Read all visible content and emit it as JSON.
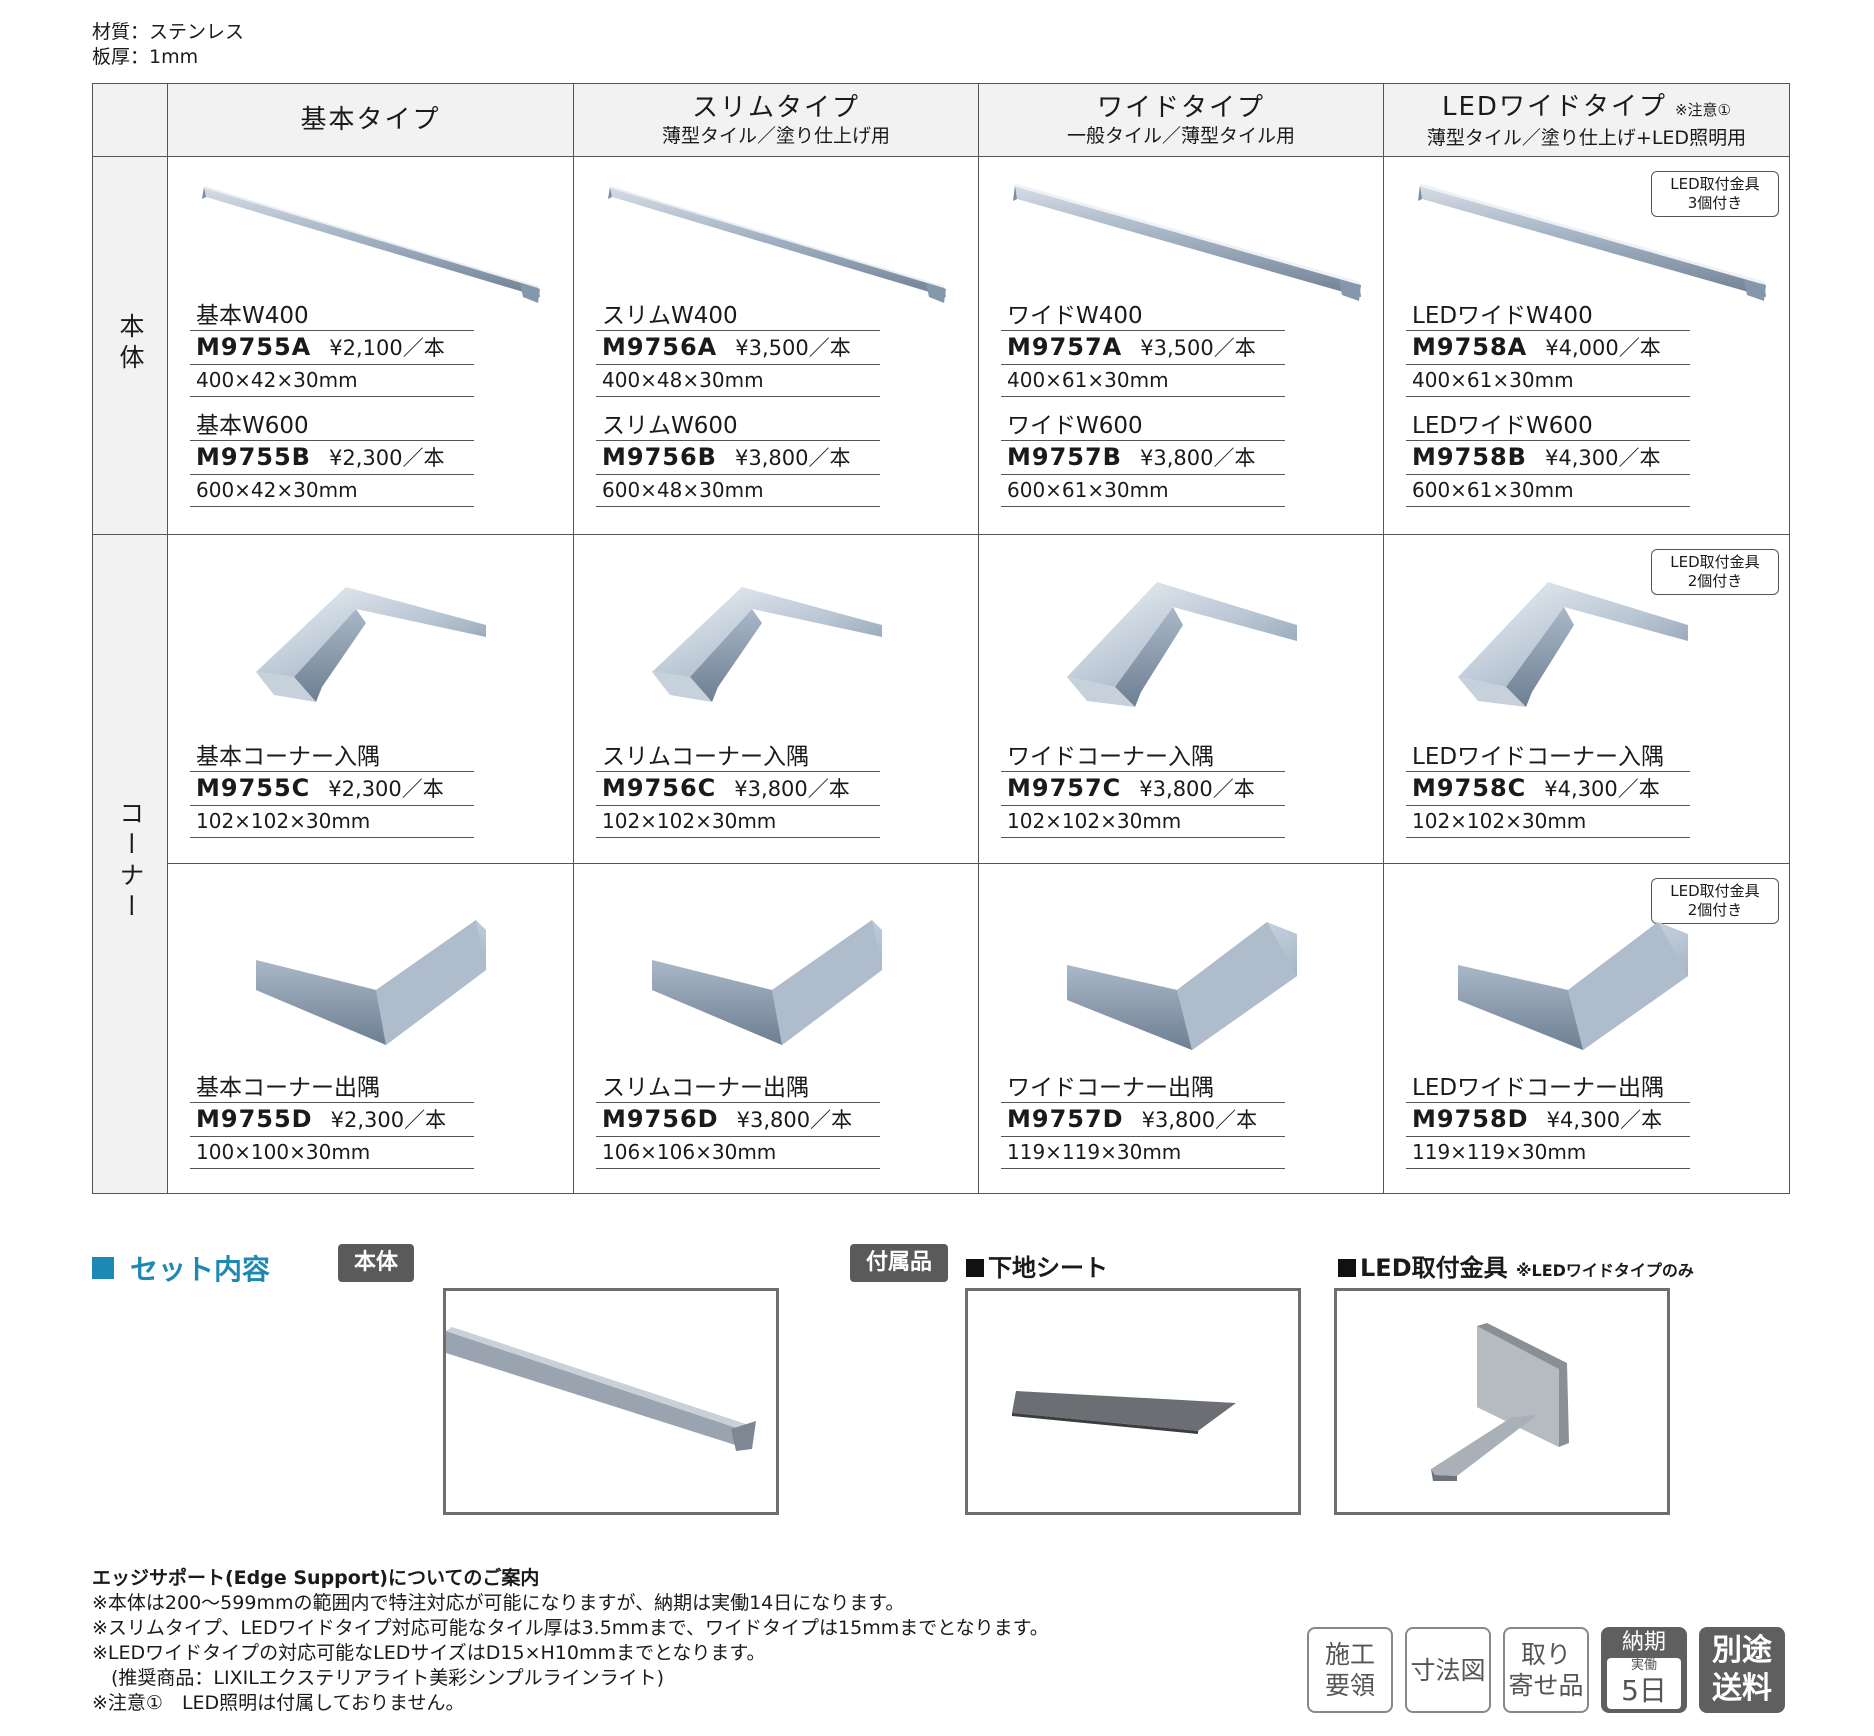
{
  "meta": {
    "material": "材質：ステンレス",
    "thickness": "板厚：1mm"
  },
  "columns": [
    {
      "title": "基本タイプ",
      "note": "",
      "sub": ""
    },
    {
      "title": "スリムタイプ",
      "note": "",
      "sub": "薄型タイル／塗り仕上げ用"
    },
    {
      "title": "ワイドタイプ",
      "note": "",
      "sub": "一般タイル／薄型タイル用"
    },
    {
      "title": "LEDワイドタイプ",
      "note": "※注意①",
      "sub": "薄型タイル／塗り仕上げ+LED照明用"
    }
  ],
  "rows": {
    "body": "本体",
    "corner": "コーナー"
  },
  "badges": {
    "body": [
      "LED取付金具",
      "3個付き"
    ],
    "corner": [
      "LED取付金具",
      "2個付き"
    ]
  },
  "body_products": [
    [
      {
        "name": "基本W400",
        "code": "M9755A",
        "price": "¥2,100／本",
        "dim": "400×42×30mm"
      },
      {
        "name": "基本W600",
        "code": "M9755B",
        "price": "¥2,300／本",
        "dim": "600×42×30mm"
      }
    ],
    [
      {
        "name": "スリムW400",
        "code": "M9756A",
        "price": "¥3,500／本",
        "dim": "400×48×30mm"
      },
      {
        "name": "スリムW600",
        "code": "M9756B",
        "price": "¥3,800／本",
        "dim": "600×48×30mm"
      }
    ],
    [
      {
        "name": "ワイドW400",
        "code": "M9757A",
        "price": "¥3,500／本",
        "dim": "400×61×30mm"
      },
      {
        "name": "ワイドW600",
        "code": "M9757B",
        "price": "¥3,800／本",
        "dim": "600×61×30mm"
      }
    ],
    [
      {
        "name": "LEDワイドW400",
        "code": "M9758A",
        "price": "¥4,000／本",
        "dim": "400×61×30mm"
      },
      {
        "name": "LEDワイドW600",
        "code": "M9758B",
        "price": "¥4,300／本",
        "dim": "600×61×30mm"
      }
    ]
  ],
  "inner_corner_products": [
    {
      "name": "基本コーナー入隅",
      "code": "M9755C",
      "price": "¥2,300／本",
      "dim": "102×102×30mm"
    },
    {
      "name": "スリムコーナー入隅",
      "code": "M9756C",
      "price": "¥3,800／本",
      "dim": "102×102×30mm"
    },
    {
      "name": "ワイドコーナー入隅",
      "code": "M9757C",
      "price": "¥3,800／本",
      "dim": "102×102×30mm"
    },
    {
      "name": "LEDワイドコーナー入隅",
      "code": "M9758C",
      "price": "¥4,300／本",
      "dim": "102×102×30mm"
    }
  ],
  "outer_corner_products": [
    {
      "name": "基本コーナー出隅",
      "code": "M9755D",
      "price": "¥2,300／本",
      "dim": "100×100×30mm"
    },
    {
      "name": "スリムコーナー出隅",
      "code": "M9756D",
      "price": "¥3,800／本",
      "dim": "106×106×30mm"
    },
    {
      "name": "ワイドコーナー出隅",
      "code": "M9757D",
      "price": "¥3,800／本",
      "dim": "119×119×30mm"
    },
    {
      "name": "LEDワイドコーナー出隅",
      "code": "M9758D",
      "price": "¥4,300／本",
      "dim": "119×119×30mm"
    }
  ],
  "set": {
    "title": "セット内容",
    "body_tag": "本体",
    "accessory_tag": "付属品",
    "sheet_label": "下地シート",
    "bracket_label": "LED取付金具",
    "bracket_note": "※LEDワイドタイプのみ"
  },
  "notes": {
    "title": "エッジサポート(Edge Support)についてのご案内",
    "lines": [
      "※本体は200～599mmの範囲内で特注対応が可能になりますが、納期は実働14日になります。",
      "※スリムタイプ、LEDワイドタイプ対応可能なタイル厚は3.5mmまで、ワイドタイプは15mmまでとなります。",
      "※LEDワイドタイプの対応可能なLEDサイズはD15×H10mmまでとなります。",
      "　(推奨商品：LIXILエクステリアライト美彩シンプルラインライト)",
      "※注意①　LED照明は付属しておりません。"
    ]
  },
  "buttons": {
    "construction": [
      "施工",
      "要領"
    ],
    "dimensions": "寸法図",
    "order": [
      "取り",
      "寄せ品"
    ],
    "delivery": [
      "納期",
      "実働",
      "5日"
    ],
    "shipping": [
      "別途",
      "送料"
    ]
  }
}
